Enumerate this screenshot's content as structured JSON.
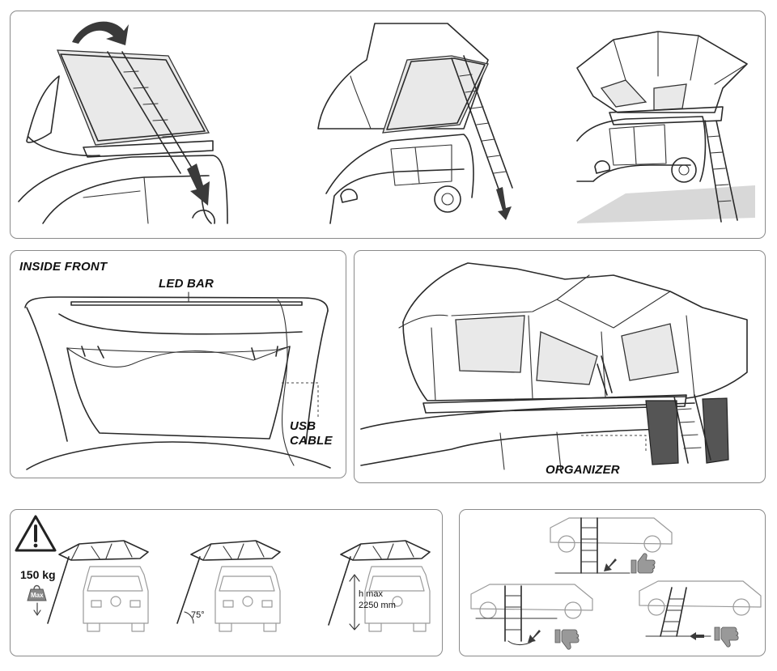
{
  "labels": {
    "inside_front": "INSIDE FRONT",
    "led_bar": "LED BAR",
    "usb_line1": "USB",
    "usb_line2": "CABLE",
    "organizer": "ORGANIZER",
    "weight": "150 kg",
    "max_badge": "Max",
    "angle": "75°",
    "h_max_line1": "h max",
    "h_max_line2": "2250 mm"
  },
  "colors": {
    "frame_border": "#8a8a8a",
    "line": "#2a2a2a",
    "ground_shadow": "#d4d4d4",
    "organizer_fill": "#555555"
  },
  "icons": [
    "rotate-arrow-icon",
    "down-arrow-icon",
    "warning-triangle-icon",
    "weight-icon",
    "thumbs-up-icon",
    "thumbs-down-icon"
  ]
}
